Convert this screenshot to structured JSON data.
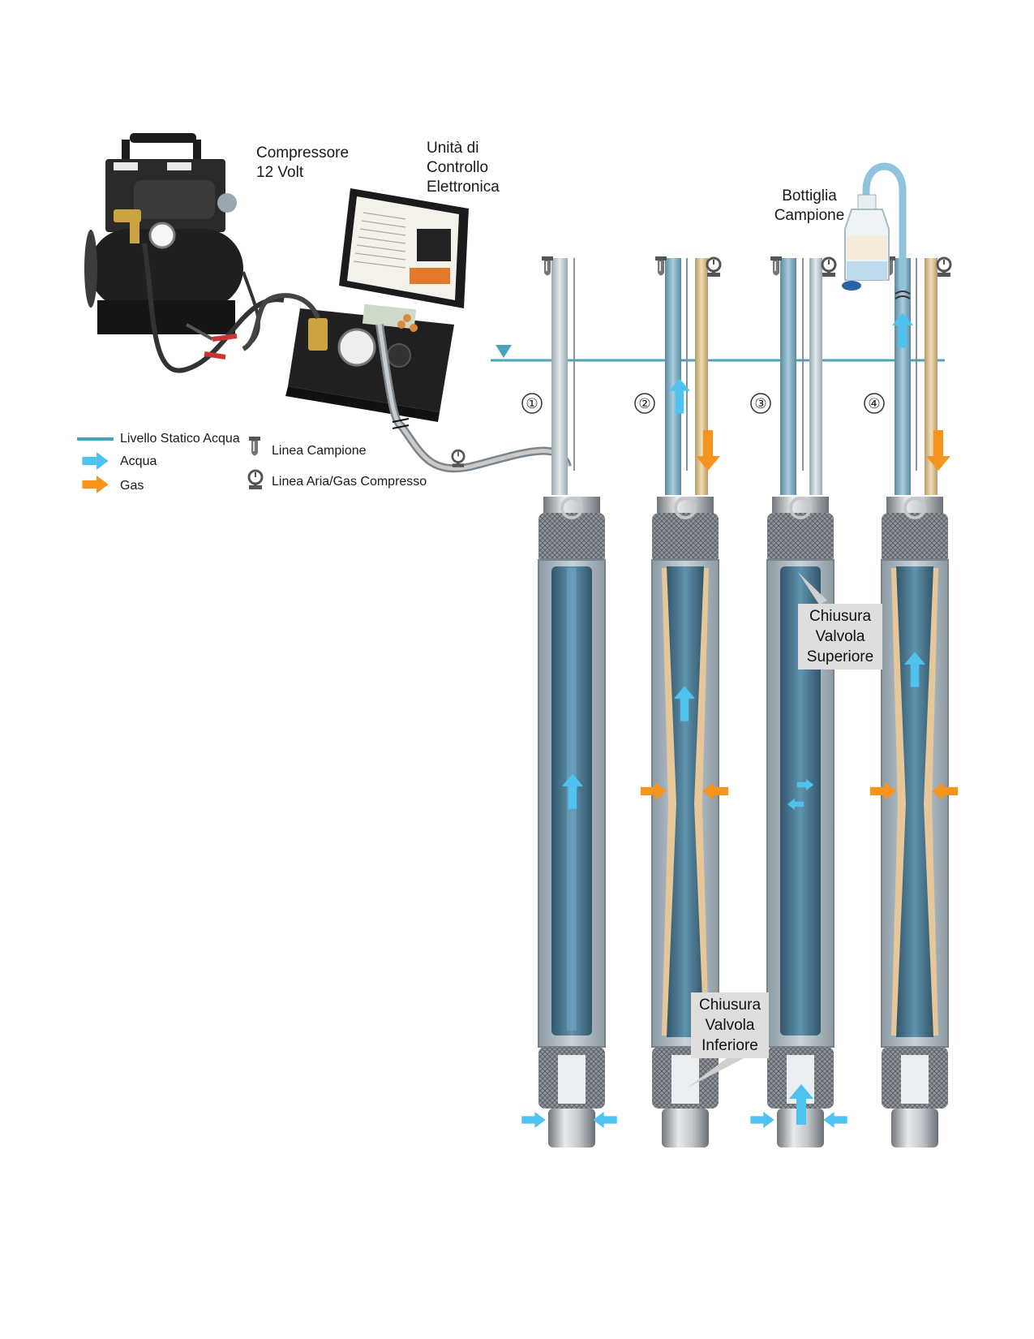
{
  "labels": {
    "compressor_line1": "Compressore",
    "compressor_line2": "12 Volt",
    "control_line1": "Unità di",
    "control_line2": "Controllo",
    "control_line3": "Elettronica",
    "bottle_line1": "Bottiglia",
    "bottle_line2": "Campione"
  },
  "legend": {
    "water_level": "Livello Statico Acqua",
    "water": "Acqua",
    "gas": "Gas",
    "sample_line": "Linea Campione",
    "air_line": "Linea Aria/Gas Compresso"
  },
  "callouts": {
    "top_valve": [
      "Chiusura",
      "Valvola",
      "Superiore"
    ],
    "bottom_valve": [
      "Chiusura",
      "Valvola",
      "Inferiore"
    ]
  },
  "steps": [
    "①",
    "②",
    "③",
    "④"
  ],
  "colors": {
    "water_level": "#4aa3b8",
    "water_arrow": "#4fc3f0",
    "gas_arrow": "#f7941d",
    "pump_water": "#4d7f99",
    "steel": "#a9aeb3"
  }
}
